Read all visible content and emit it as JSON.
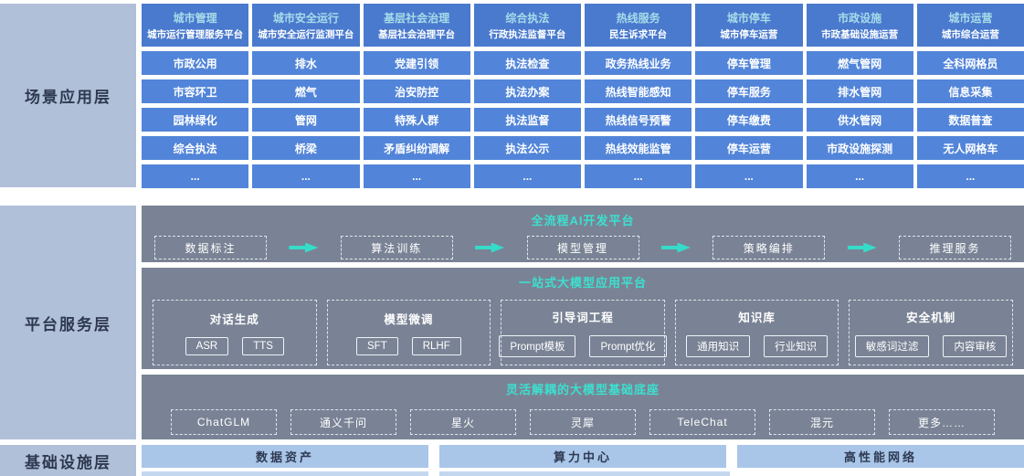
{
  "sidebar": {
    "layers": [
      "场景应用层",
      "平台服务层",
      "基础设施层"
    ]
  },
  "app_layer": {
    "columns": [
      {
        "category": "城市管理",
        "platform": "城市运行管理服务平台",
        "items": [
          "市政公用",
          "市容环卫",
          "园林绿化",
          "综合执法",
          "..."
        ]
      },
      {
        "category": "城市安全运行",
        "platform": "城市安全运行监测平台",
        "items": [
          "排水",
          "燃气",
          "管网",
          "桥梁",
          "..."
        ]
      },
      {
        "category": "基层社会治理",
        "platform": "基层社会治理平台",
        "items": [
          "党建引领",
          "治安防控",
          "特殊人群",
          "矛盾纠纷调解",
          "..."
        ]
      },
      {
        "category": "综合执法",
        "platform": "行政执法监督平台",
        "items": [
          "执法检查",
          "执法办案",
          "执法监督",
          "执法公示",
          "..."
        ]
      },
      {
        "category": "热线服务",
        "platform": "民生诉求平台",
        "items": [
          "政务热线业务",
          "热线智能感知",
          "热线信号预警",
          "热线效能监管",
          "..."
        ]
      },
      {
        "category": "城市停车",
        "platform": "城市停车运营",
        "items": [
          "停车管理",
          "停车服务",
          "停车缴费",
          "停车运营",
          "..."
        ]
      },
      {
        "category": "市政设施",
        "platform": "市政基础设施运营",
        "items": [
          "燃气管网",
          "排水管网",
          "供水管网",
          "市政设施探测",
          "..."
        ]
      },
      {
        "category": "城市运营",
        "platform": "城市综合运营",
        "items": [
          "全科网格员",
          "信息采集",
          "数据普查",
          "无人网格车",
          "..."
        ]
      }
    ]
  },
  "platform_layer": {
    "ai_dev": {
      "title": "全流程AI开发平台",
      "steps": [
        "数据标注",
        "算法训练",
        "模型管理",
        "策略编排",
        "推理服务"
      ]
    },
    "llm_app": {
      "title": "一站式大模型应用平台",
      "groups": [
        {
          "label": "对话生成",
          "items": [
            "ASR",
            "TTS"
          ]
        },
        {
          "label": "模型微调",
          "items": [
            "SFT",
            "RLHF"
          ]
        },
        {
          "label": "引导词工程",
          "items": [
            "Prompt模板",
            "Prompt优化"
          ]
        },
        {
          "label": "知识库",
          "items": [
            "通用知识",
            "行业知识"
          ]
        },
        {
          "label": "安全机制",
          "items": [
            "敏感词过滤",
            "内容审核"
          ]
        }
      ]
    },
    "llm_base": {
      "title": "灵活解耦的大模型基础底座",
      "models": [
        "ChatGLM",
        "通义千问",
        "星火",
        "灵犀",
        "TeleChat",
        "混元",
        "更多……"
      ]
    }
  },
  "infra_layer": {
    "items": [
      "数据资产",
      "算力中心",
      "高性能网络"
    ]
  },
  "colors": {
    "header_blue": "#4a7ace",
    "cell_blue": "#5285d9",
    "panel_gray": "#7a8395",
    "accent_cyan": "#3ce0cf",
    "sidebar_blue": "#b1c0d9",
    "infra_bar_blue": "#a9c6e9"
  }
}
